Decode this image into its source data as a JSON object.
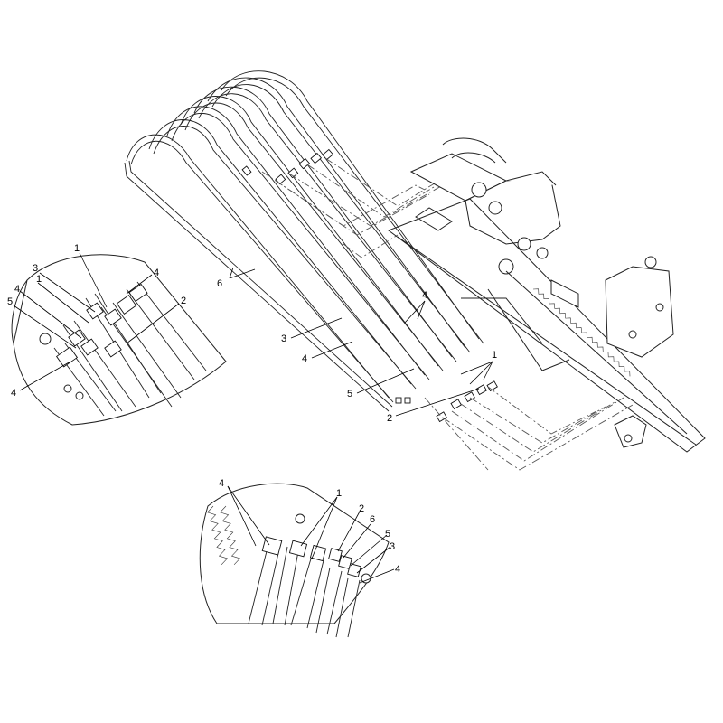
{
  "callouts": {
    "main_1": "1",
    "main_2": "2",
    "main_3": "3",
    "main_4a": "4",
    "main_4b": "4",
    "main_5": "5",
    "main_6": "6",
    "left_1a": "1",
    "left_1b": "1",
    "left_2": "2",
    "left_3": "3",
    "left_4a": "4",
    "left_4b": "4",
    "left_4c": "4",
    "left_5": "5",
    "bottom_1": "1",
    "bottom_2": "2",
    "bottom_3": "3",
    "bottom_4a": "4",
    "bottom_4b": "4",
    "bottom_5": "5",
    "bottom_6": "6"
  }
}
